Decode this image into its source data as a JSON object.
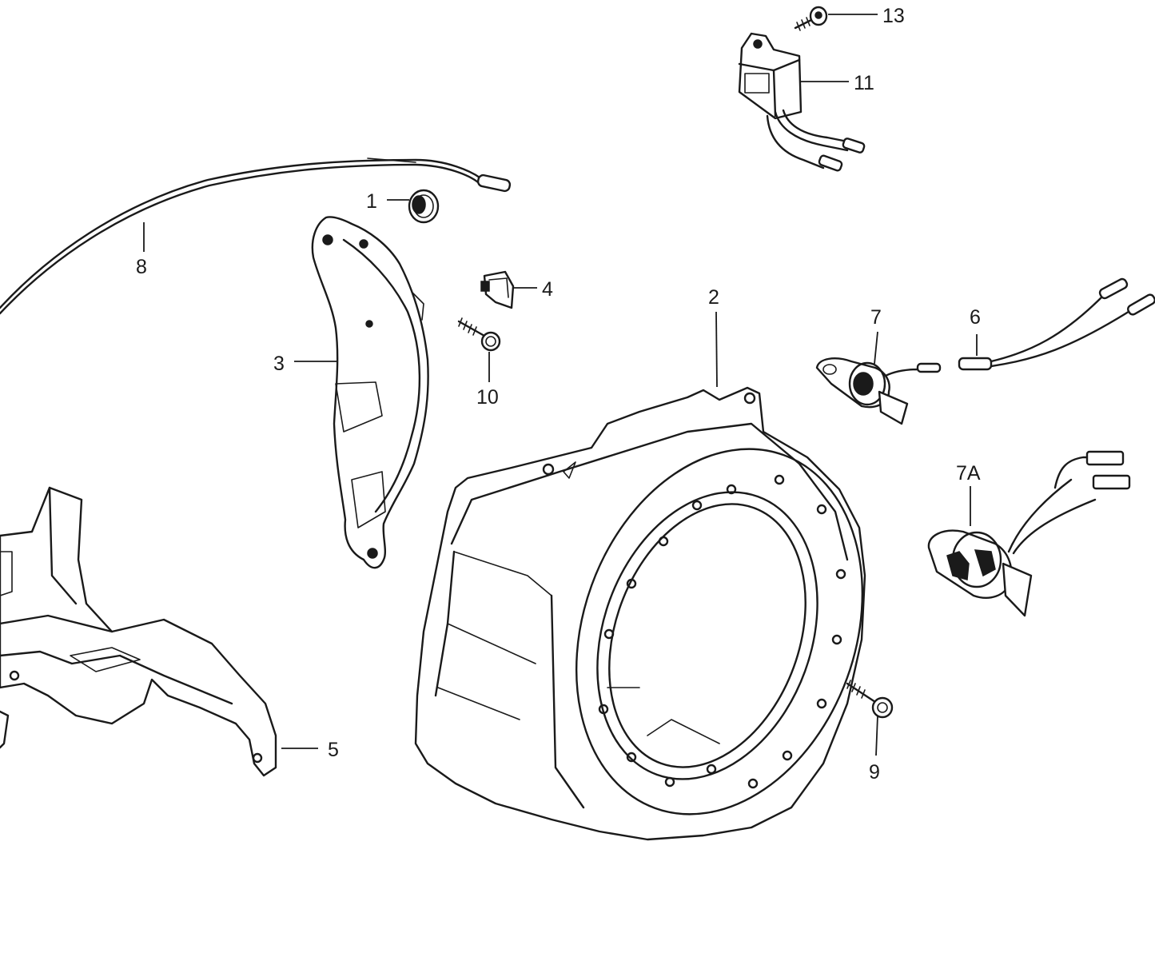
{
  "callouts": {
    "c1": "1",
    "c2": "2",
    "c3": "3",
    "c4": "4",
    "c5": "5",
    "c6": "6",
    "c7": "7",
    "c7a": "7A",
    "c8": "8",
    "c9": "9",
    "c10": "10",
    "c11": "11",
    "c13": "13"
  },
  "colors": {
    "line": "#1a1a1a",
    "background": "#ffffff"
  }
}
